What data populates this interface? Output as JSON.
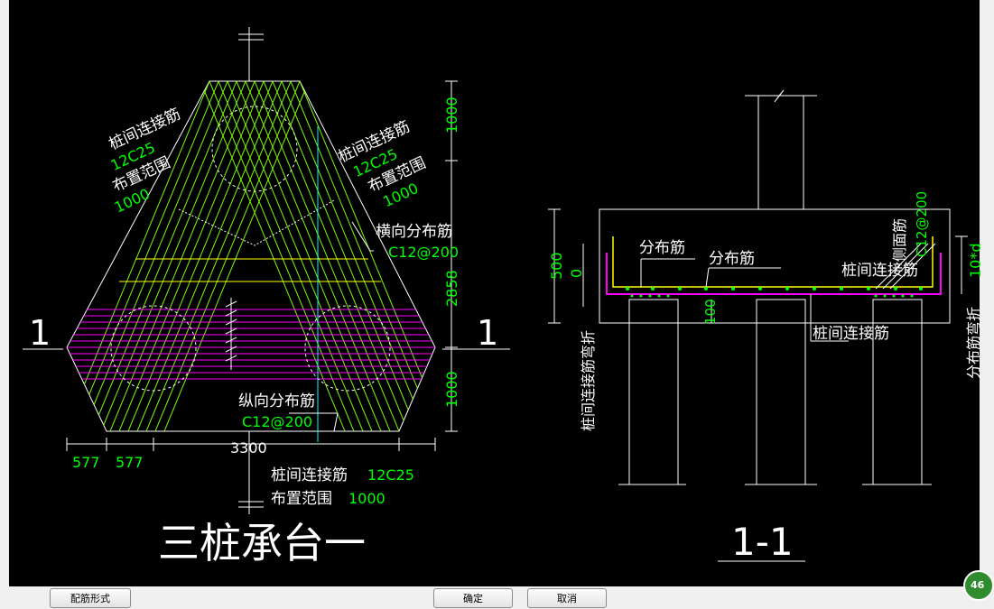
{
  "left_view": {
    "title": "三桩承台一",
    "section_mark": "1",
    "label_conn_left": "桩间连接筋",
    "label_conn_left_spec": "12C25",
    "label_range_left": "布置范围",
    "label_range_left_val": "1000",
    "label_conn_right": "桩间连接筋",
    "label_conn_right_spec": "12C25",
    "label_range_right": "布置范围",
    "label_range_right_val": "1000",
    "label_transverse": "横向分布筋",
    "label_transverse_spec": "C12@200",
    "label_longitudinal": "纵向分布筋",
    "label_longitudinal_spec": "C12@200",
    "label_conn_bottom": "桩间连接筋",
    "label_conn_bottom_spec": "12C25",
    "label_range_bottom": "布置范围",
    "label_range_bottom_val": "1000",
    "dim_top": "1000",
    "dim_mid": "2858",
    "dim_bottom": "1000",
    "dim_width": "3300",
    "dim_577_a": "577",
    "dim_577_b": "577"
  },
  "right_view": {
    "title": "1-1",
    "label_dist_1": "分布筋",
    "label_dist_2": "分布筋",
    "label_conn": "桩间连接筋",
    "label_conn_lower": "桩间连接筋",
    "label_side": "侧面筋",
    "label_side_spec": "C12@200",
    "label_bend_left": "桩间连接筋弯折",
    "label_bend_right": "分布筋弯折",
    "label_10d": "10*d",
    "dim_500": "500",
    "dim_0": "0",
    "dim_100": "100"
  },
  "buttons": {
    "config_style": "配筋形式",
    "ok": "确定",
    "cancel": "取消"
  },
  "badge": "46",
  "colors": {
    "background": "#000000",
    "white": "#ffffff",
    "green": "#00ff00",
    "rebar_green": "#7cfc00",
    "yellow": "#ffff00",
    "magenta": "#ff00ff",
    "cyan": "#00ffff"
  }
}
